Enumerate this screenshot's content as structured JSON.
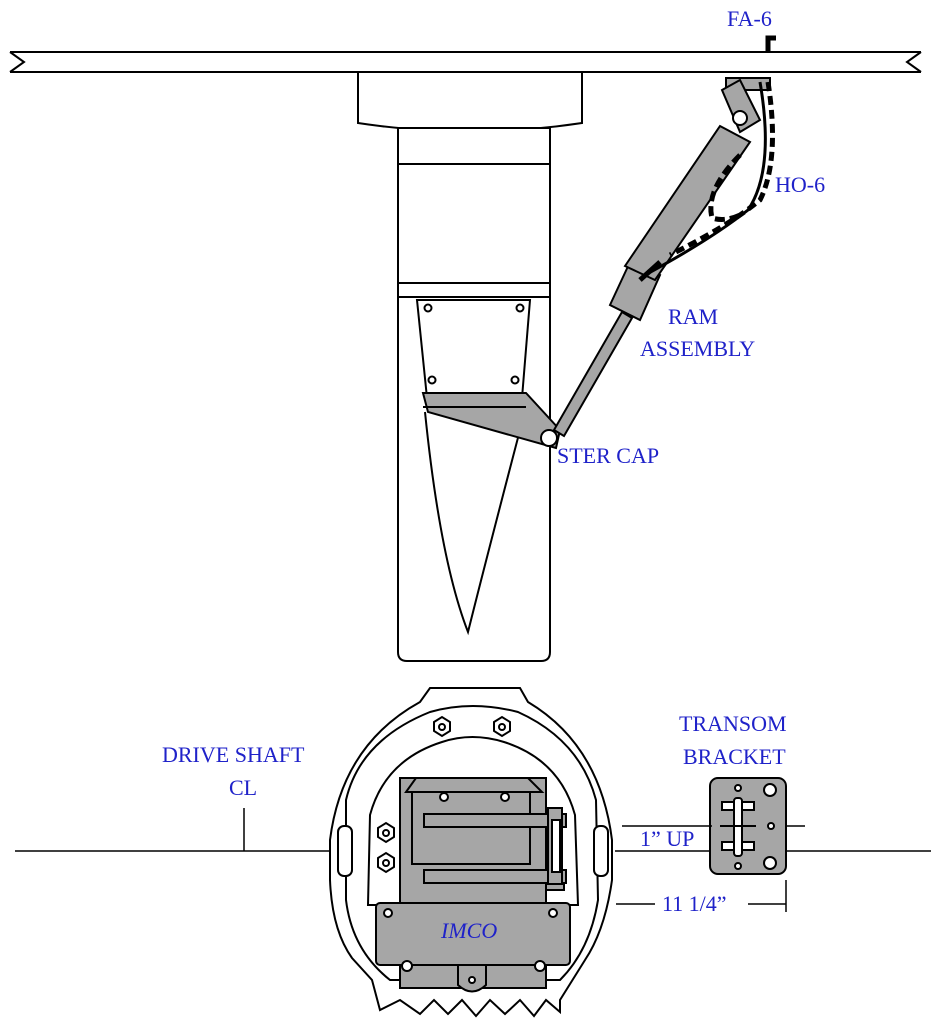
{
  "colors": {
    "label": "#1f22c9",
    "part_fill": "#a6a6a6",
    "line": "#000000",
    "background": "#ffffff"
  },
  "labels": {
    "fa6": "FA-6",
    "ho6": "HO-6",
    "ram_line1": "RAM",
    "ram_line2": "ASSEMBLY",
    "ster_cap": "STER CAP",
    "transom_line1": "TRANSOM",
    "transom_line2": "BRACKET",
    "drive_shaft_line1": "DRIVE SHAFT",
    "drive_shaft_line2": "CL",
    "one_inch_up": "1” UP",
    "eleven_quarter": "11 1/4”",
    "imco": "IMCO"
  }
}
